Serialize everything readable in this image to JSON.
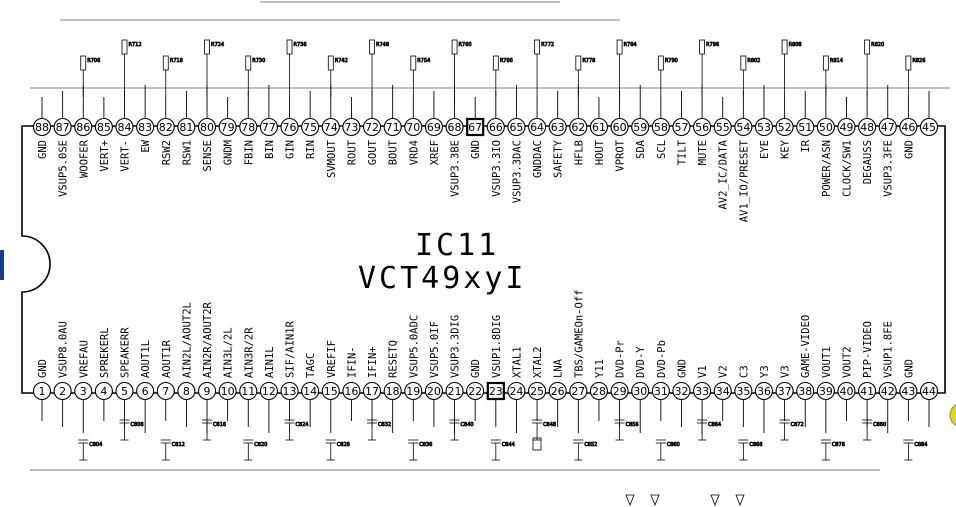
{
  "ic": {
    "ref": "IC11",
    "part": "VCT49xyI"
  },
  "top_pins": [
    {
      "num": "88",
      "name": "GND"
    },
    {
      "num": "87",
      "name": "VSUP5.0SE"
    },
    {
      "num": "86",
      "name": "WOOFER"
    },
    {
      "num": "85",
      "name": "VERT+"
    },
    {
      "num": "84",
      "name": "VERT-"
    },
    {
      "num": "83",
      "name": "EW"
    },
    {
      "num": "82",
      "name": "RSW2"
    },
    {
      "num": "81",
      "name": "RSW1"
    },
    {
      "num": "80",
      "name": "SENSE"
    },
    {
      "num": "79",
      "name": "GNDM"
    },
    {
      "num": "78",
      "name": "FBIN"
    },
    {
      "num": "77",
      "name": "BIN"
    },
    {
      "num": "76",
      "name": "GIN"
    },
    {
      "num": "75",
      "name": "RIN"
    },
    {
      "num": "74",
      "name": "SVMOUT"
    },
    {
      "num": "73",
      "name": "ROUT"
    },
    {
      "num": "72",
      "name": "GOUT"
    },
    {
      "num": "71",
      "name": "BOUT"
    },
    {
      "num": "70",
      "name": "VRD4"
    },
    {
      "num": "69",
      "name": "XREF"
    },
    {
      "num": "68",
      "name": "VSUP3.3BE"
    },
    {
      "num": "67",
      "name": "GND"
    },
    {
      "num": "66",
      "name": "VSUP3.3IO"
    },
    {
      "num": "65",
      "name": "VSUP3.3DAC"
    },
    {
      "num": "64",
      "name": "GNDDAC"
    },
    {
      "num": "63",
      "name": "SAFETY"
    },
    {
      "num": "62",
      "name": "HFLB"
    },
    {
      "num": "61",
      "name": "HOUT"
    },
    {
      "num": "60",
      "name": "VPROT"
    },
    {
      "num": "59",
      "name": "SDA"
    },
    {
      "num": "58",
      "name": "SCL"
    },
    {
      "num": "57",
      "name": "TILT"
    },
    {
      "num": "56",
      "name": "MUTE"
    },
    {
      "num": "55",
      "name": "AV2_IC/DATA"
    },
    {
      "num": "54",
      "name": "AV1_IO/PRESET"
    },
    {
      "num": "53",
      "name": "EYE"
    },
    {
      "num": "52",
      "name": "KEY"
    },
    {
      "num": "51",
      "name": "IR"
    },
    {
      "num": "50",
      "name": "POWER/ASN"
    },
    {
      "num": "49",
      "name": "CLOCK/SW1"
    },
    {
      "num": "48",
      "name": "DEGAUSS"
    },
    {
      "num": "47",
      "name": "VSUP3.3FE"
    },
    {
      "num": "46",
      "name": "GND"
    },
    {
      "num": "45",
      "name": ""
    }
  ],
  "bottom_pins": [
    {
      "num": "1",
      "name": "GND"
    },
    {
      "num": "2",
      "name": "VSUP8.0AU"
    },
    {
      "num": "3",
      "name": "VREFAU"
    },
    {
      "num": "4",
      "name": "SPREKERL"
    },
    {
      "num": "5",
      "name": "SPEAKERR"
    },
    {
      "num": "6",
      "name": "AOUT1L"
    },
    {
      "num": "7",
      "name": "AOUT1R"
    },
    {
      "num": "8",
      "name": "AIN2L/AOUT2L"
    },
    {
      "num": "9",
      "name": "AIN2R/AOUT2R"
    },
    {
      "num": "10",
      "name": "AIN3L/2L"
    },
    {
      "num": "11",
      "name": "AIN3R/2R"
    },
    {
      "num": "12",
      "name": "AIN1L"
    },
    {
      "num": "13",
      "name": "SIF/AIN1R"
    },
    {
      "num": "14",
      "name": "TAGC"
    },
    {
      "num": "15",
      "name": "VREFIF"
    },
    {
      "num": "16",
      "name": "IFIN-"
    },
    {
      "num": "17",
      "name": "IFIN+"
    },
    {
      "num": "18",
      "name": "RESETQ"
    },
    {
      "num": "19",
      "name": "VSUP5.0ADC"
    },
    {
      "num": "20",
      "name": "VSUP5.0IF"
    },
    {
      "num": "21",
      "name": "VSUP3.3DIG"
    },
    {
      "num": "22",
      "name": "GND"
    },
    {
      "num": "23",
      "name": "VSUP1.8DIG"
    },
    {
      "num": "24",
      "name": "XTAL1"
    },
    {
      "num": "25",
      "name": "XTAL2"
    },
    {
      "num": "26",
      "name": "LNA"
    },
    {
      "num": "27",
      "name": "TBS/GAMEOn-Off"
    },
    {
      "num": "28",
      "name": "Y11"
    },
    {
      "num": "29",
      "name": "DVD-Pr"
    },
    {
      "num": "30",
      "name": "DVD-Y"
    },
    {
      "num": "31",
      "name": "DVD-Pb"
    },
    {
      "num": "32",
      "name": "GND"
    },
    {
      "num": "33",
      "name": "V1"
    },
    {
      "num": "34",
      "name": "V2"
    },
    {
      "num": "35",
      "name": "C3"
    },
    {
      "num": "36",
      "name": "Y3"
    },
    {
      "num": "37",
      "name": "V3"
    },
    {
      "num": "38",
      "name": "GAME-VIDEO"
    },
    {
      "num": "39",
      "name": "VOUT1"
    },
    {
      "num": "40",
      "name": "VOUT2"
    },
    {
      "num": "41",
      "name": "PIP-VIDEO"
    },
    {
      "num": "42",
      "name": "VSUP1.8FE"
    },
    {
      "num": "43",
      "name": "GND"
    },
    {
      "num": "44",
      "name": ""
    }
  ],
  "colors": {
    "line": "#000000",
    "background": "#ffffff",
    "edge_accent": "#1a3a8c",
    "badge": "#e8d800"
  }
}
